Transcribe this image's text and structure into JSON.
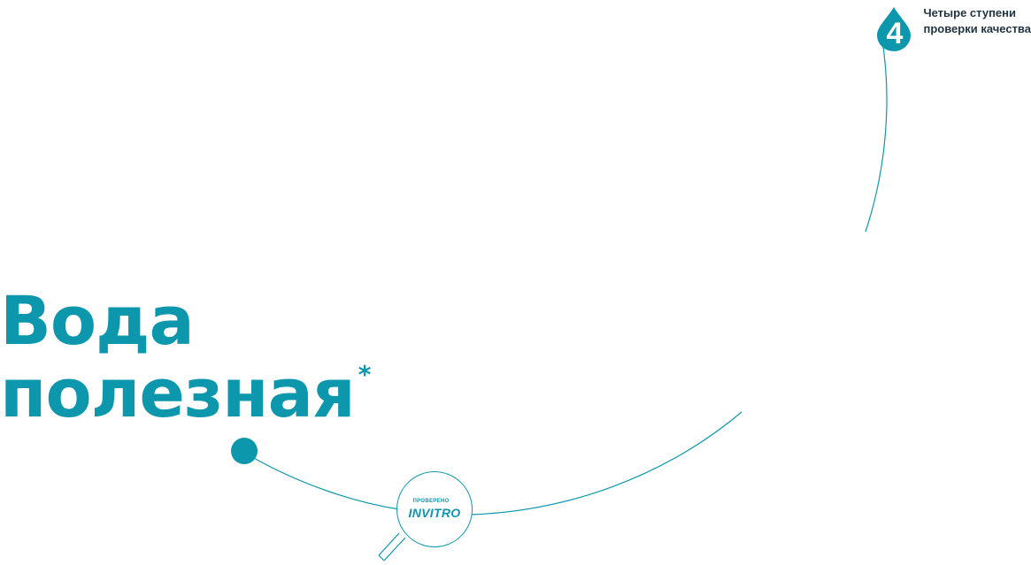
{
  "title": {
    "line1": "Вода",
    "line2": "полезная",
    "asterisk": "*"
  },
  "badge": {
    "number": "4",
    "line1": "Четыре ступени",
    "line2": "проверки качества",
    "icon": "water-drop-icon"
  },
  "seal": {
    "top": "ПРОВЕРЕНО",
    "brand": "INVITRO",
    "icon": "magnifier-icon"
  },
  "colors": {
    "accent": "#0d97ad",
    "text_dark": "#1f3340",
    "background": "#ffffff"
  }
}
